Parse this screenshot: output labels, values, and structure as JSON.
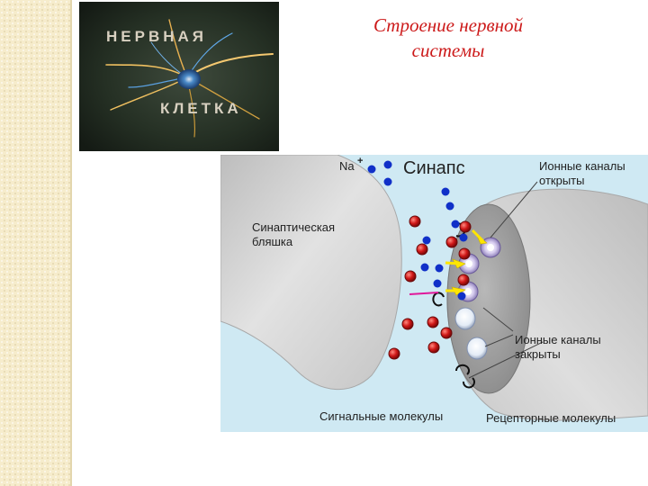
{
  "slide": {
    "title_line1": "Строение нервной",
    "title_line2": "системы"
  },
  "photo": {
    "caption_top": "НЕРВНАЯ",
    "caption_bottom": "КЛЕТКА"
  },
  "diagram": {
    "heading": "Синапс",
    "ion_label": "Na",
    "ion_charge": "+",
    "labels": {
      "open_channels_1": "Ионные каналы",
      "open_channels_2": "открыты",
      "plaque_1": "Синаптическая",
      "plaque_2": "бляшка",
      "closed_channels_1": "Ионные каналы",
      "closed_channels_2": "закрыты",
      "signal_molecules": "Сигнальные молекулы",
      "receptor_molecules": "Рецепторные молекулы"
    },
    "colors": {
      "background": "#cfe9f3",
      "membrane": "#d3d3d3",
      "sodium_ion": "#1030c8",
      "signal_molecule": "#d01818",
      "arrow": "#ffe600",
      "title_red": "#cc1a1a"
    }
  }
}
